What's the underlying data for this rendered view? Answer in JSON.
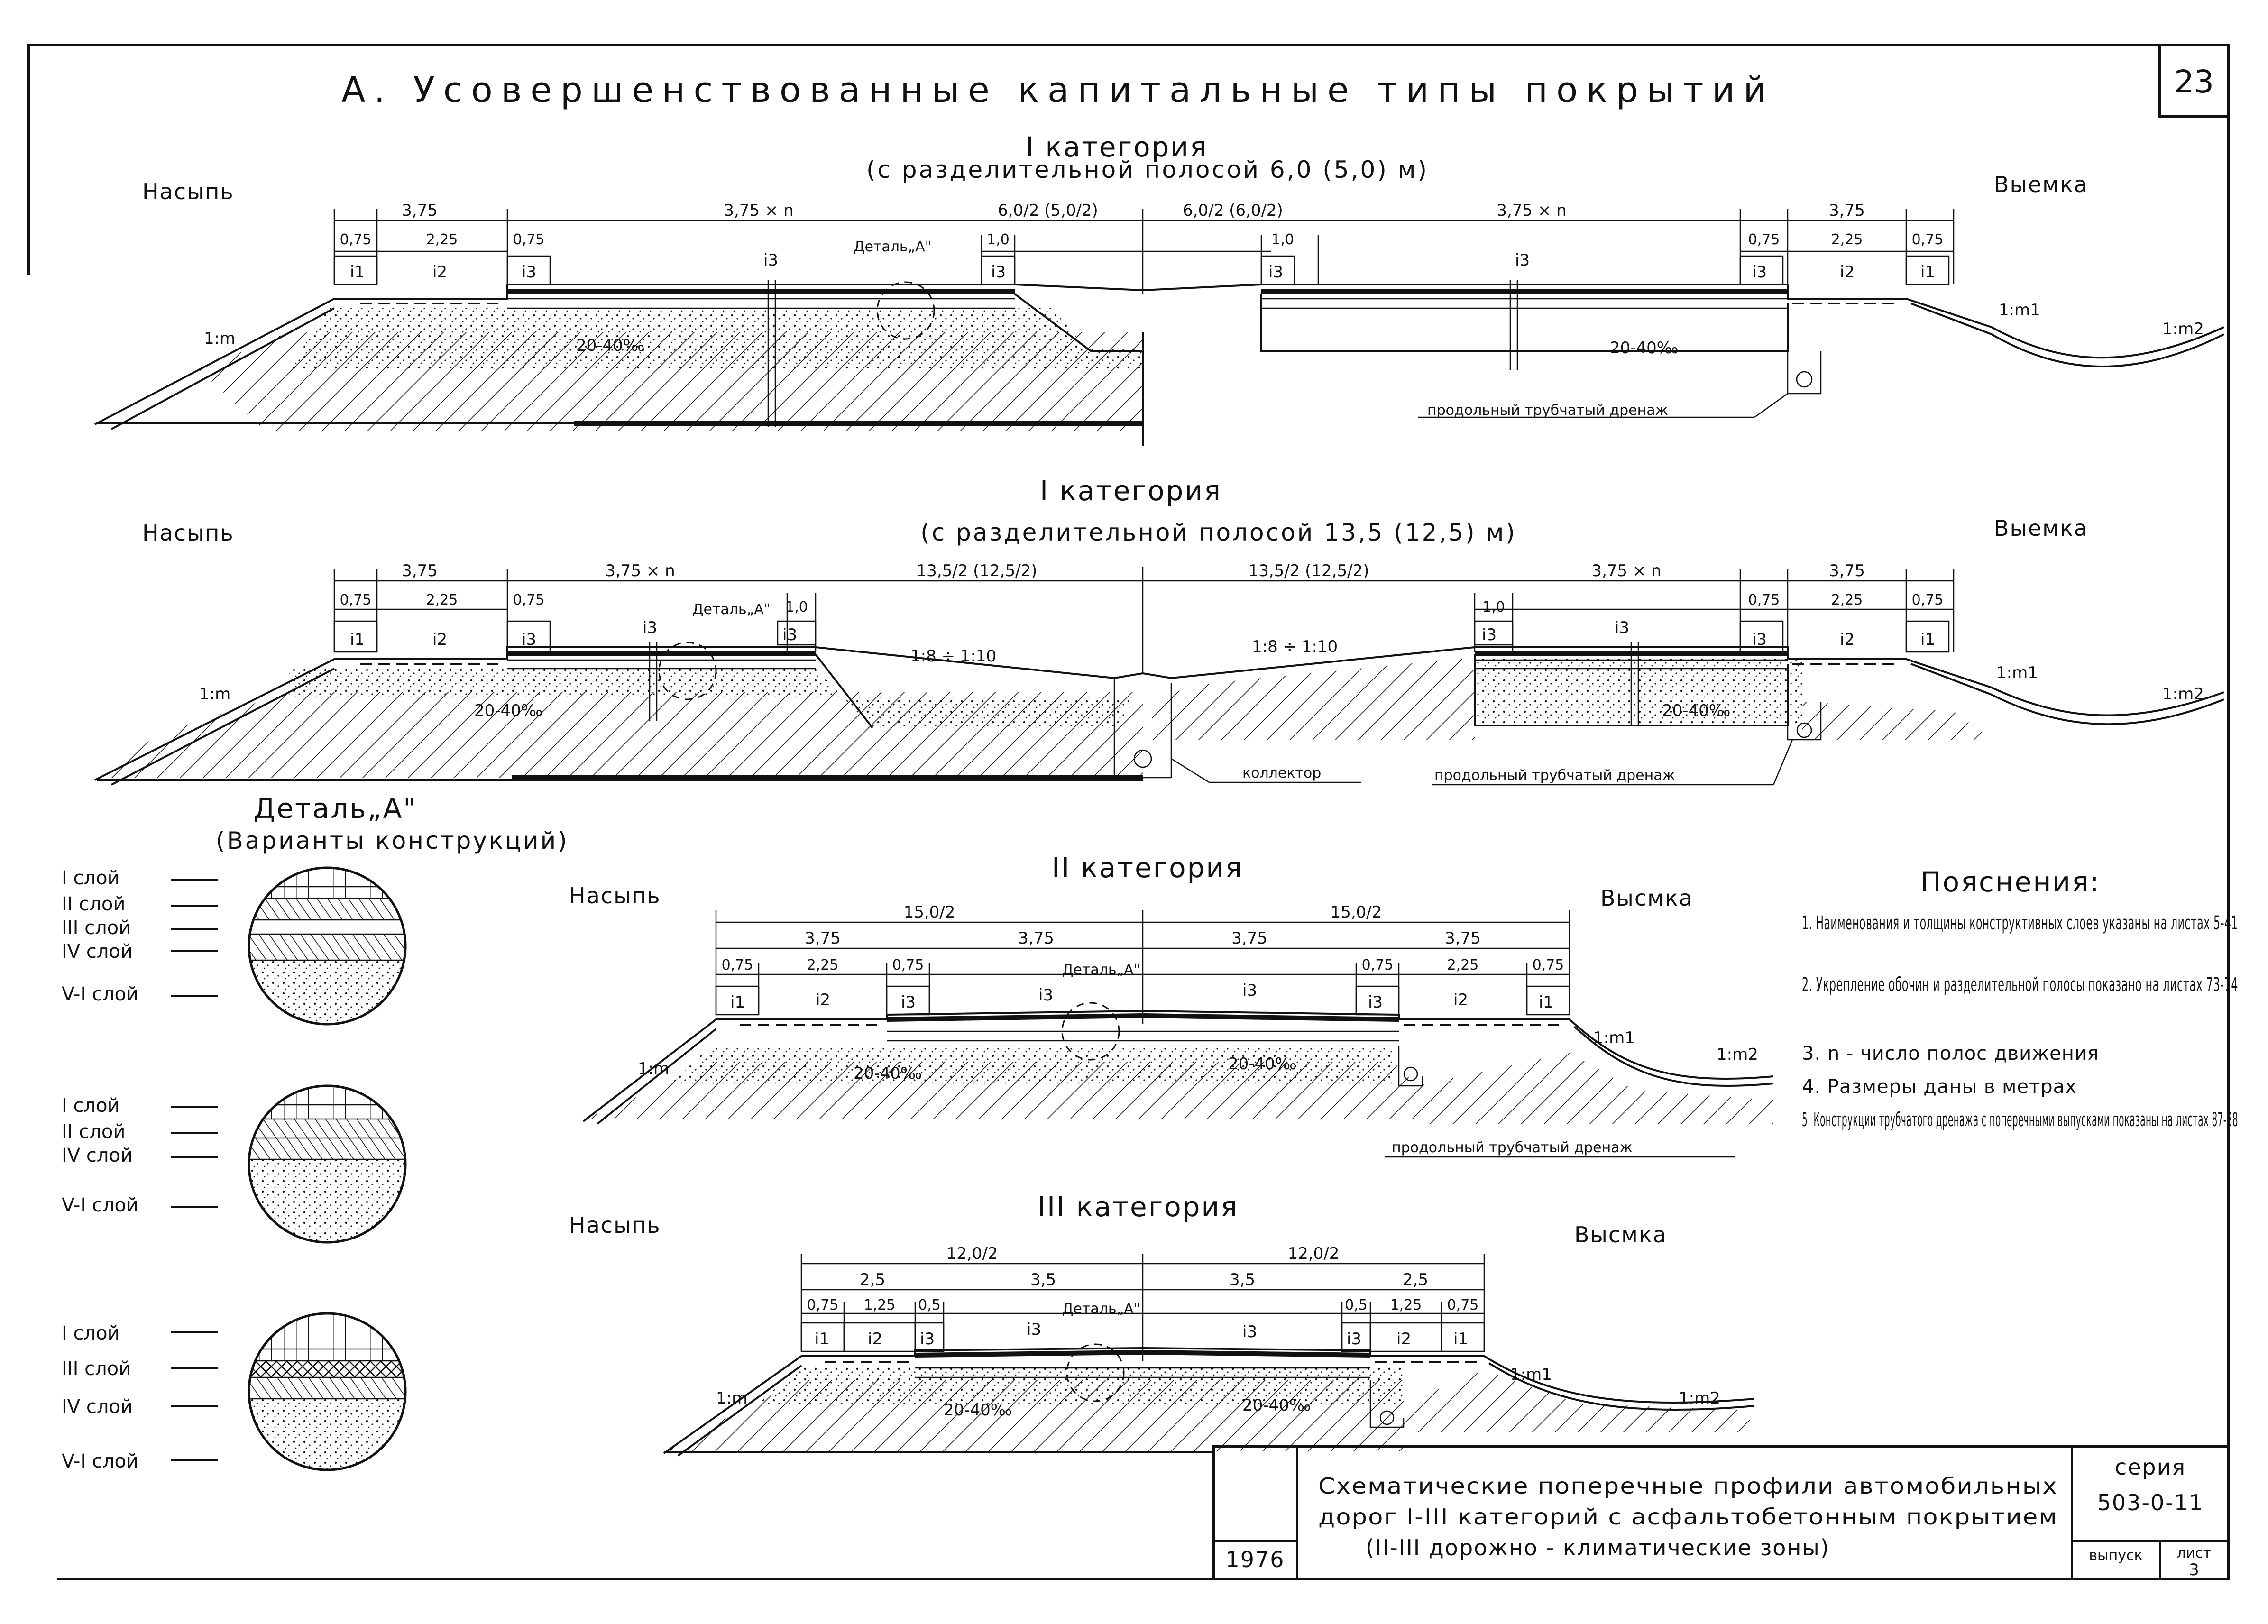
{
  "sheet": {
    "page_number": "23",
    "title": "А. Усовершенствованные капитальные типы покрытий"
  },
  "labels": {
    "embankment": "Насыпь",
    "cutting": "Выемка",
    "cutting_lower": "Высмка",
    "pipe_drain": "продольный трубчатый дренаж",
    "collector": "коллектор",
    "detail_a": "Деталь„А\"",
    "slope_m": "1:m",
    "slope_m1": "1:m1",
    "slope_m2": "1:m2",
    "slope_median": "1:8 ÷ 1:10",
    "crossfall": "20-40‰",
    "i1": "i1",
    "i2": "i2",
    "i3": "i3"
  },
  "sections": [
    {
      "category": "I категория",
      "subtitle": "(с разделительной полосой 6,0 (5,0) м)",
      "top_dims": [
        "3,75",
        "3,75 × n",
        "6,0/2 (5,0/2)",
        "6,0/2 (6,0/2)",
        "3,75 × n",
        "3,75"
      ],
      "sub_dims": [
        "0,75",
        "2,25",
        "0,75",
        "1,0",
        "1,0",
        "0,75",
        "2,25",
        "0,75"
      ]
    },
    {
      "category": "I категория",
      "subtitle": "(с разделительной полосой 13,5 (12,5) м)",
      "top_dims": [
        "3,75",
        "3,75 × n",
        "13,5/2 (12,5/2)",
        "13,5/2 (12,5/2)",
        "3,75 × n",
        "3,75"
      ],
      "sub_dims": [
        "0,75",
        "2,25",
        "0,75",
        "1,0",
        "1,0",
        "0,75",
        "2,25",
        "0,75"
      ]
    },
    {
      "category": "II категория",
      "subtitle": "",
      "top_dims": [
        "15,0/2",
        "15,0/2",
        "3,75",
        "3,75",
        "3,75",
        "3,75"
      ],
      "sub_dims": [
        "0,75",
        "2,25",
        "0,75",
        "0,75",
        "2,25",
        "0,75"
      ]
    },
    {
      "category": "III категория",
      "subtitle": "",
      "top_dims": [
        "12,0/2",
        "12,0/2",
        "2,5",
        "3,5",
        "3,5",
        "2,5"
      ],
      "sub_dims": [
        "0,75",
        "1,25",
        "0,5",
        "0,5",
        "1,25",
        "0,75"
      ]
    }
  ],
  "detail": {
    "title": "Деталь„А\"",
    "subtitle": "(Варианты конструкций)",
    "variant_1": [
      "I слой",
      "II слой",
      "III слой",
      "IV слой",
      "V-I слой"
    ],
    "variant_2": [
      "I слой",
      "II слой",
      "IV слой",
      "V-I слой"
    ],
    "variant_3": [
      "I слой",
      "III слой",
      "IV слой",
      "V-I слой"
    ]
  },
  "notes": {
    "title": "Пояснения:",
    "items": [
      "1. Наименования и толщины конструктивных слоев указаны на листах 5-41",
      "2. Укрепление обочин и разделительной полосы показано на листах 73-74",
      "3. n - число полос движения",
      "4. Размеры даны в метрах",
      "5. Конструкции трубчатого дренажа с поперечными выпусками показаны на листах 87-88"
    ]
  },
  "stamp": {
    "year": "1976",
    "title_1": "Схематические поперечные профили автомобильных",
    "title_2": "дорог I-III категорий с асфальтобетонным покрытием",
    "title_3": "(II-III дорожно - климатические зоны)",
    "series_label": "серия",
    "series": "503-0-11",
    "issue_label": "выпуск",
    "sheet_label": "лист",
    "sheet": "3"
  }
}
